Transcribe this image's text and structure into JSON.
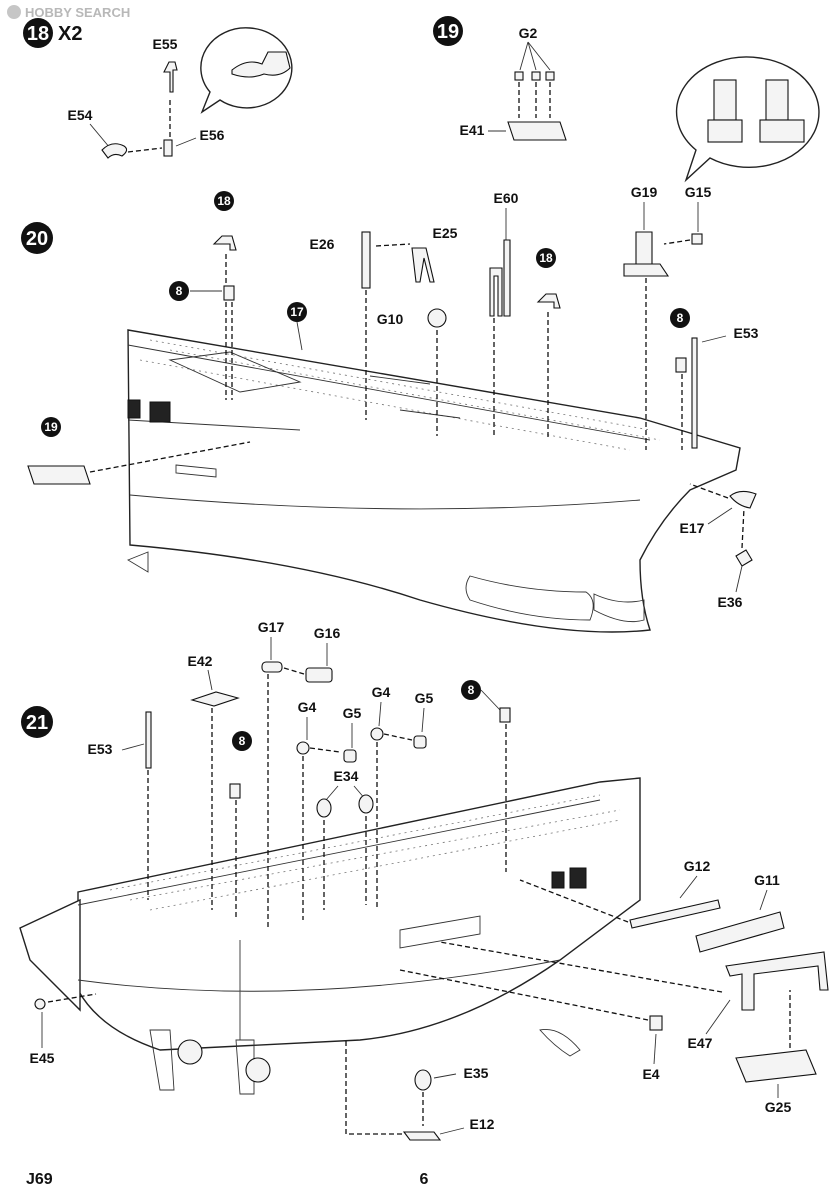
{
  "watermark": "HOBBY SEARCH",
  "steps": [
    {
      "number": "18",
      "multiplier": "X2",
      "parts": [
        "E55",
        "E54",
        "E56"
      ]
    },
    {
      "number": "19",
      "parts": [
        "G2",
        "E41"
      ]
    },
    {
      "number": "20",
      "parts": [
        "E26",
        "E25",
        "E60",
        "G19",
        "G15",
        "G10",
        "E53",
        "E17",
        "E36"
      ],
      "sub_refs": [
        "18",
        "8",
        "17",
        "18",
        "8",
        "19"
      ]
    },
    {
      "number": "21",
      "parts": [
        "G17",
        "G16",
        "E42",
        "G4",
        "G5",
        "G4",
        "G5",
        "E34",
        "E53",
        "G12",
        "G11",
        "E47",
        "G25",
        "E45",
        "E4",
        "E35",
        "E12"
      ],
      "sub_refs": [
        "8",
        "8"
      ]
    }
  ],
  "labels": {
    "s18": "18",
    "s18x": "X2",
    "E55": "E55",
    "E54": "E54",
    "E56": "E56",
    "s19": "19",
    "G2": "G2",
    "E41": "E41",
    "s20": "20",
    "r18a": "18",
    "r8a": "8",
    "r17": "17",
    "E26": "E26",
    "E25": "E25",
    "E60": "E60",
    "G19": "G19",
    "G15": "G15",
    "G10": "G10",
    "r18b": "18",
    "r8b": "8",
    "E53a": "E53",
    "r19": "19",
    "E17": "E17",
    "E36": "E36",
    "s21": "21",
    "G17": "G17",
    "G16": "G16",
    "E42": "E42",
    "G4a": "G4",
    "G5a": "G5",
    "G4b": "G4",
    "G5b": "G5",
    "r8c": "8",
    "r8d": "8",
    "E34": "E34",
    "E53b": "E53",
    "G12": "G12",
    "G11": "G11",
    "E47": "E47",
    "G25": "G25",
    "E45": "E45",
    "E4": "E4",
    "E35": "E35",
    "E12": "E12"
  },
  "footer": {
    "code": "J69",
    "page": "6"
  }
}
